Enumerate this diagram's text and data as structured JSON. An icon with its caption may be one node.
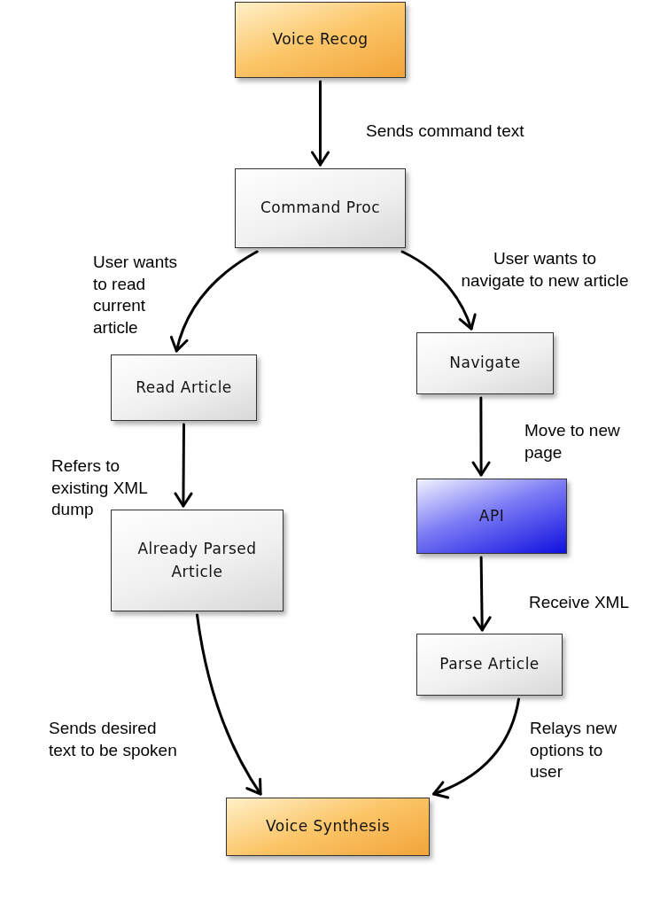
{
  "diagram": {
    "nodes": [
      {
        "text": [
          "Voice Recog"
        ]
      },
      {
        "text": [
          "Command Proc"
        ]
      },
      {
        "text": [
          "Navigate"
        ]
      },
      {
        "text": [
          "Read Article"
        ]
      },
      {
        "text": [
          "API"
        ]
      },
      {
        "text": [
          "Already Parsed Article"
        ]
      },
      {
        "text": [
          "Parse Article"
        ]
      },
      {
        "text": [
          "Voice Synthesis"
        ]
      }
    ],
    "edges": [
      {
        "from": 0,
        "to": 1,
        "arrow": "to",
        "label": "Sends command text"
      },
      {
        "from": 1,
        "to": 3,
        "arrow": "to",
        "label": "User wants to read current article"
      },
      {
        "from": 1,
        "to": 2,
        "arrow": "to",
        "label": "User wants to navigate to new article"
      },
      {
        "from": 2,
        "to": 4,
        "arrow": "to",
        "label": "Move to new page"
      },
      {
        "from": 3,
        "to": 5,
        "arrow": "to",
        "label": "Refers to existing XML dump"
      },
      {
        "from": 4,
        "to": 6,
        "arrow": "to",
        "label": "Receive XML"
      },
      {
        "from": 5,
        "to": 7,
        "arrow": "to",
        "label": "Sends desired text to be spoken"
      },
      {
        "from": 6,
        "to": 7,
        "arrow": "to",
        "label": "Relays new options to user"
      }
    ]
  }
}
